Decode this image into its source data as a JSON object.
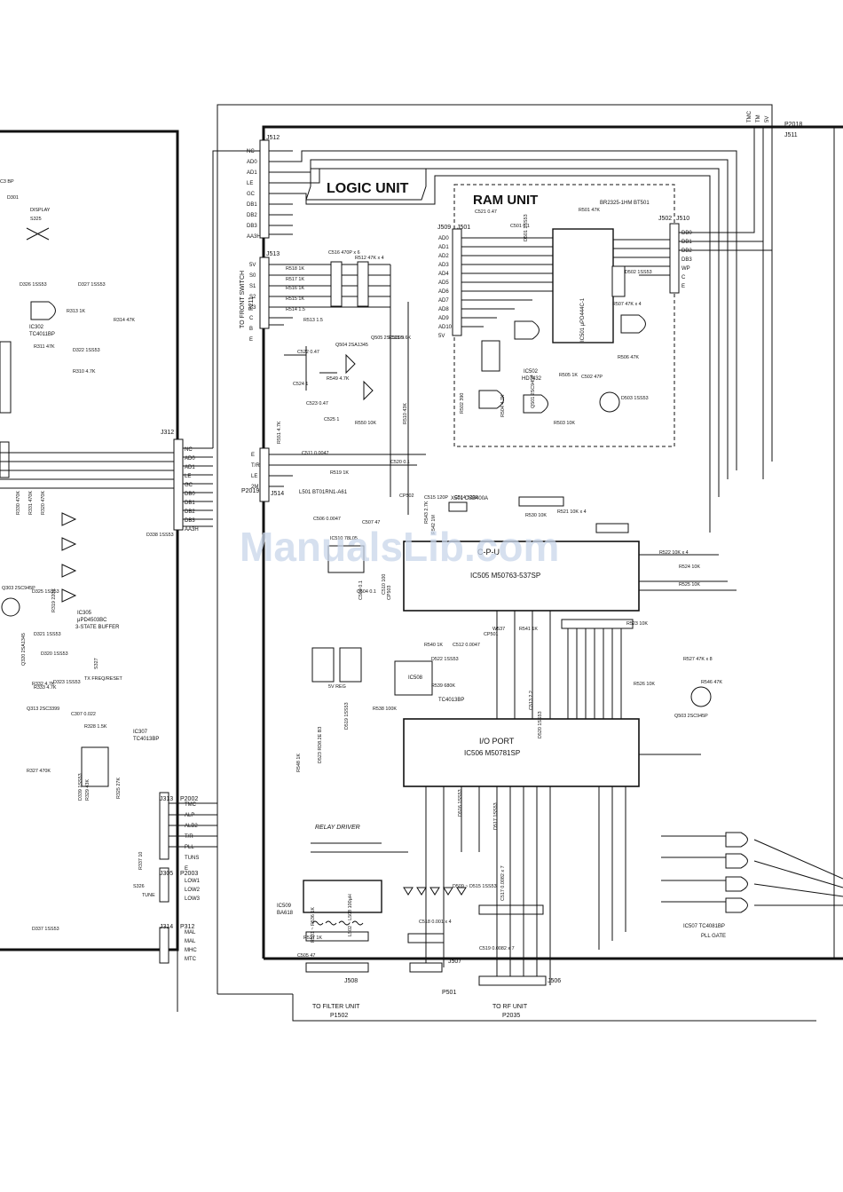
{
  "units": {
    "logic_unit": "LOGIC UNIT",
    "ram_unit": "RAM UNIT",
    "relay_driver": "RELAY DRIVER"
  },
  "connectors": {
    "j512": "J512",
    "j513": "J513",
    "j514": "J514",
    "j509": "J509",
    "j501": "J501",
    "j502": "J502",
    "j510": "J510",
    "j511": "J511",
    "p2018": "P2018",
    "j312": "J312",
    "j313": "J313",
    "p2002": "P2002",
    "j305": "J305",
    "p2003": "P2003",
    "j314": "J314",
    "p312": "P312",
    "p2019": "P2019",
    "j508": "J508",
    "j507": "J507",
    "p501": "P501",
    "j506": "J506",
    "to_front_switch": "TO FRONT SWITCH",
    "p211": "P211",
    "to_filter_unit": "TO FILTER UNIT",
    "p1502": "P1502",
    "to_rf_unit": "TO RF UNIT",
    "p2035": "P2035"
  },
  "j512_pins": [
    "NC",
    "AD0",
    "AD1",
    "LE",
    "GC",
    "DB1",
    "DB2",
    "DB3",
    "AA3H"
  ],
  "j312_pins": [
    "NC",
    "AD0",
    "AD1",
    "LE",
    "GC",
    "DB0",
    "DB1",
    "DB2",
    "DB3",
    "AA3H"
  ],
  "j513_pins": [
    "5V",
    "S0",
    "S1",
    "S2",
    "S3",
    "C",
    "B",
    "E"
  ],
  "j509_pins": [
    "AD0",
    "AD1",
    "AD2",
    "AD3",
    "AD4",
    "AD5",
    "AD6",
    "AD7",
    "AD8",
    "AD9",
    "AD10",
    "5V"
  ],
  "j502_pins": [
    "DB0",
    "DB1",
    "DB2",
    "DB3",
    "WP",
    "C",
    "E"
  ],
  "j511_pins": [
    "TMC",
    "TM",
    "5V"
  ],
  "j514_pins": [
    "E",
    "T/R",
    "LE",
    "2M"
  ],
  "j313_pins": [
    "TMC",
    "ALP",
    "ALB2",
    "T/R",
    "PLL",
    "TUNS",
    "E"
  ],
  "j305_pins": [
    "LOW1",
    "LOW2",
    "LOW3"
  ],
  "j314_pins": [
    "MAL",
    "MAL",
    "MHC",
    "MTC"
  ],
  "ics": {
    "ic505_name": "C-P-U",
    "ic505_part": "IC505  M50763-537SP",
    "ic506_name": "I/O PORT",
    "ic506_part": "IC506  M50781SP",
    "ic501": "IC501  μPD444C-1",
    "ic502": "IC502",
    "ic502_part": "HD7432",
    "ic507": "IC507  TC4081BP",
    "ic507_note": "PLL GATE",
    "ic507b": "IC507\nTC4081BP",
    "ic508": "IC508\nTC4013BP",
    "ic508_b": "IC508",
    "ic508_c": "TC4013BP",
    "ic509": "IC509",
    "ic509_part": "BA618",
    "ic302": "IC302",
    "ic302_part": "TC4011BP",
    "ic305": "IC305",
    "ic305_part": "μPD4503BC",
    "ic305_note": "3-STATE BUFFER",
    "ic307": "IC307",
    "ic307_part": "TC4013BP",
    "l501": "L501  BT01RN1-A61",
    "x501": "X501  CSB400A",
    "bt501": "BR2325-1HM  BT501"
  },
  "components": [
    "R518 1K",
    "R517 1K",
    "R516 1K",
    "R515 1K",
    "R514 1.5",
    "R513 1.5",
    "C516 470P x 6",
    "R512 47K x 4",
    "Q504 2SA1345",
    "C522 0.47",
    "C524 1",
    "C523 0.47",
    "C525 1",
    "R549 4.7K",
    "R550 10K",
    "Q505 2SC3399",
    "R511 5.6K",
    "R510 43K",
    "R551 4.7K",
    "C511 0.0047",
    "R519 1K",
    "C520 0.1",
    "C515 120P",
    "C514 120P",
    "R543 2.7K",
    "R542 1M",
    "R530 10K",
    "R521 10K x 4",
    "R522 10K x 4",
    "R524 10K",
    "R525 10K",
    "R523 10K",
    "R527 47K x 8",
    "R526 10K",
    "R546 47K",
    "Q503 2SC945P",
    "W537",
    "R541 1K",
    "R540 1K",
    "C512 0.0047",
    "D522 1SS53",
    "R539 680K",
    "R538 100K",
    "C513 2.2",
    "D520 1SS53",
    "D519 1SS53",
    "R548 1K",
    "D523 RD8.2E B3",
    "C521 0.47",
    "C501 0.1",
    "D501 1SS53",
    "R501 47K",
    "D502 1SS53",
    "R507 47K x 4",
    "R506 47K",
    "R505 1K",
    "C502 47P",
    "D503 1SS53",
    "Q501 2SC945P",
    "R503 10K",
    "R504 4.7K",
    "R502 390",
    "D517 1SS53",
    "D516 1SS53",
    "D509 ~ D515 1SS53",
    "C517 0.0082 x 7",
    "C518 0.001 x 4",
    "R537 1K",
    "L502 ~ L508 100μH",
    "C519 0.0082 x 7",
    "R531 ~ R536 1K",
    "C505 47",
    "C506 0.0047",
    "C507 47",
    "C504 0.1",
    "C509 0.1",
    "C510 100",
    "CP503",
    "CP502",
    "CP501",
    "5V REG",
    "IC510 78L05"
  ],
  "left_panel": [
    "DISPLAY",
    "S325",
    "D326 1SS53",
    "D327 1SS53",
    "R313 1K",
    "R314 47K",
    "R311 47K",
    "D322 1SS53",
    "R310 4.7K",
    "R330 470K",
    "R331 470K",
    "R320 470K",
    "Q303 2SC945P",
    "D325 1SS53",
    "R319 220K",
    "D321 1SS53",
    "D320 1SS53",
    "Q320 2SA1345",
    "R332 4.7K",
    "R333 4.7K",
    "D323 1SS53",
    "Q313 2SC3399",
    "S327",
    "TX FREQ/RESET",
    "C307 0.022",
    "R328 1.5K",
    "D338 1SS53",
    "R327 470K",
    "D339 1SS53",
    "R329 43K",
    "R325 27K",
    "R337 10",
    "S326",
    "TUNE",
    "D337 1SS53",
    "D301",
    "C3 BP"
  ],
  "watermark": "ManualsLib.com"
}
